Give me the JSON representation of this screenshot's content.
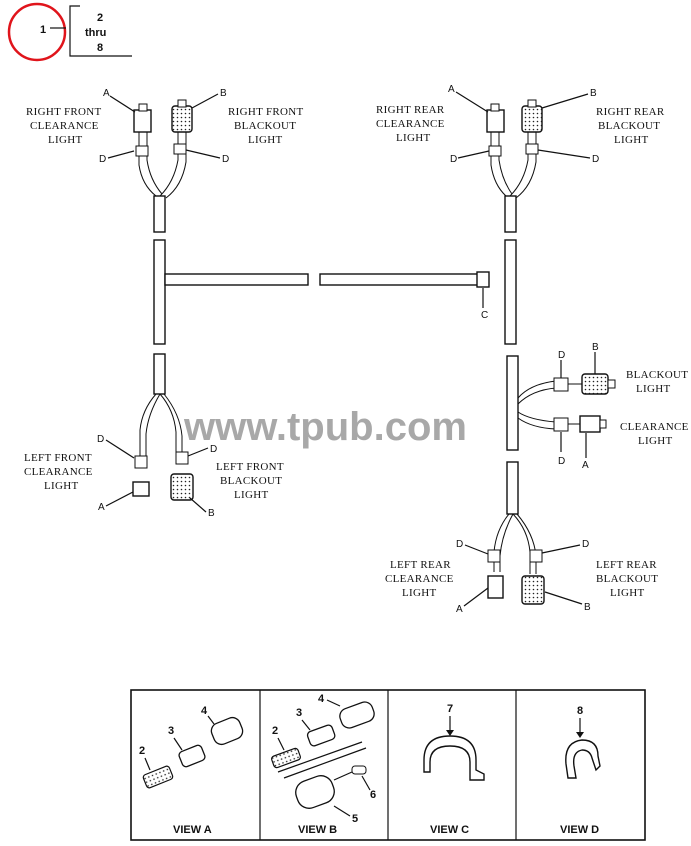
{
  "header": {
    "index": "1",
    "range_line1": "2",
    "range_line2": "thru",
    "range_line3": "8",
    "marker_color": "#e0141b"
  },
  "labels": {
    "rfc": [
      "RIGHT FRONT",
      "CLEARANCE",
      "LIGHT"
    ],
    "rfb": [
      "RIGHT FRONT",
      "BLACKOUT",
      "LIGHT"
    ],
    "rrc": [
      "RIGHT REAR",
      "CLEARANCE",
      "LIGHT"
    ],
    "rrb": [
      "RIGHT REAR",
      "BLACKOUT",
      "LIGHT"
    ],
    "lfc": [
      "LEFT FRONT",
      "CLEARANCE",
      "LIGHT"
    ],
    "lfb": [
      "LEFT FRONT",
      "BLACKOUT",
      "LIGHT"
    ],
    "bo": [
      "BLACKOUT",
      "LIGHT"
    ],
    "cl": [
      "CLEARANCE",
      "LIGHT"
    ],
    "lrc": [
      "LEFT REAR",
      "CLEARANCE",
      "LIGHT"
    ],
    "lrb": [
      "LEFT REAR",
      "BLACKOUT",
      "LIGHT"
    ]
  },
  "letters": {
    "a": "A",
    "b": "B",
    "c": "C",
    "d": "D"
  },
  "watermark": "www.tpub.com",
  "views": {
    "a": {
      "caption": "VIEW A",
      "parts": [
        "2",
        "3",
        "4"
      ]
    },
    "b": {
      "caption": "VIEW B",
      "parts": [
        "2",
        "3",
        "4",
        "5",
        "6"
      ]
    },
    "c": {
      "caption": "VIEW C",
      "parts": [
        "7"
      ]
    },
    "d": {
      "caption": "VIEW D",
      "parts": [
        "8"
      ]
    }
  }
}
